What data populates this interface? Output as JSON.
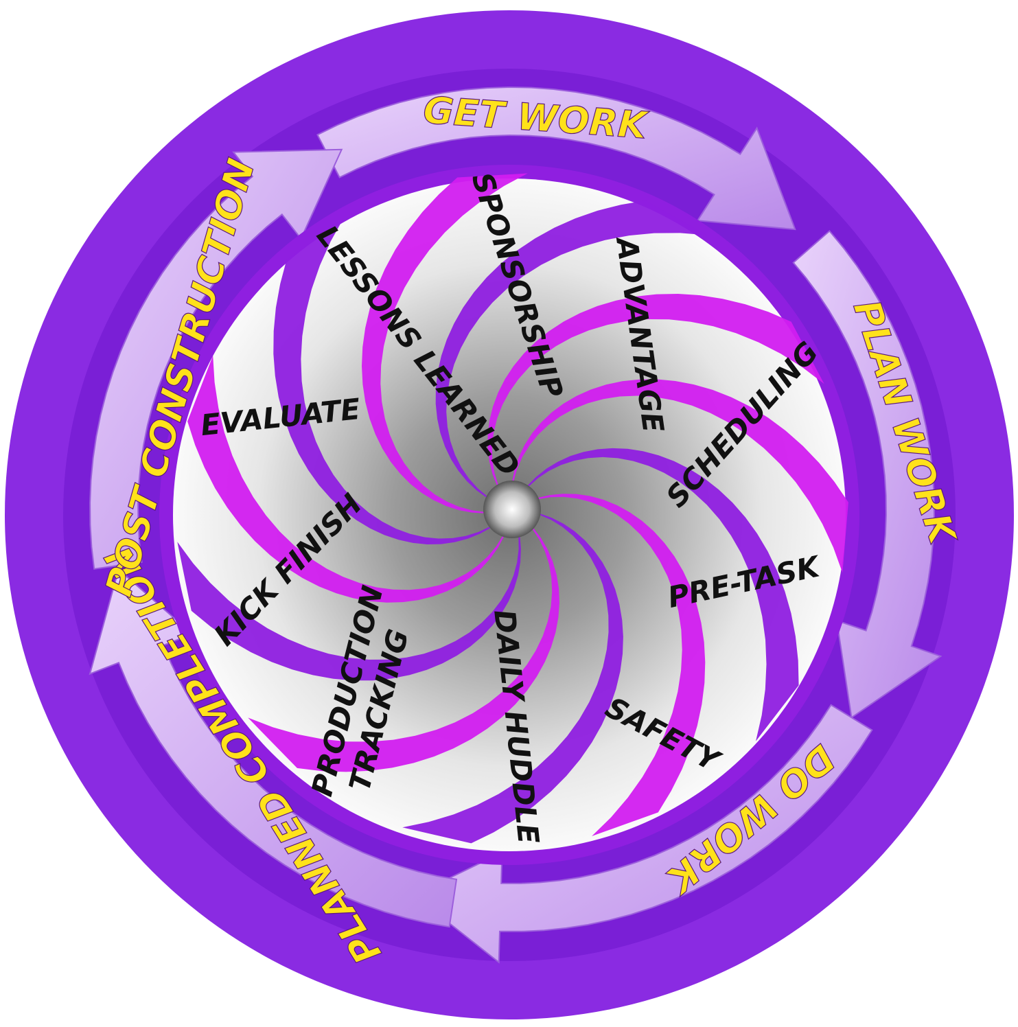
{
  "colors": {
    "outer_ring": "#8a2be2",
    "ring_dark": "#6a11c9",
    "arrow_fill": "#cfa6f0",
    "swirl_magenta": "#d21ef0",
    "swirl_violet": "#8f1fe0",
    "gray_light": "#f4f4f4",
    "gray_dark": "#7e7e7e",
    "outer_text": "#ffe21a",
    "inner_text": "#111111"
  },
  "outer_stages": [
    {
      "label": "GET WORK"
    },
    {
      "label": "PLAN WORK"
    },
    {
      "label": "DO WORK"
    },
    {
      "label": "PLANNED COMPLETION"
    },
    {
      "label": "POST CONSTRUCTION"
    }
  ],
  "inner_steps": [
    {
      "label": "SPONSORSHIP"
    },
    {
      "label": "ADVANTAGE"
    },
    {
      "label": "SCHEDULING"
    },
    {
      "label": "PRE-TASK"
    },
    {
      "label": "SAFETY"
    },
    {
      "label": "DAILY HUDDLE"
    },
    {
      "label": "PRODUCTION"
    },
    {
      "label": "TRACKING"
    },
    {
      "label": "KICK FINISH"
    },
    {
      "label": "EVALUATE"
    },
    {
      "label": "LESSONS LEARNED"
    }
  ]
}
